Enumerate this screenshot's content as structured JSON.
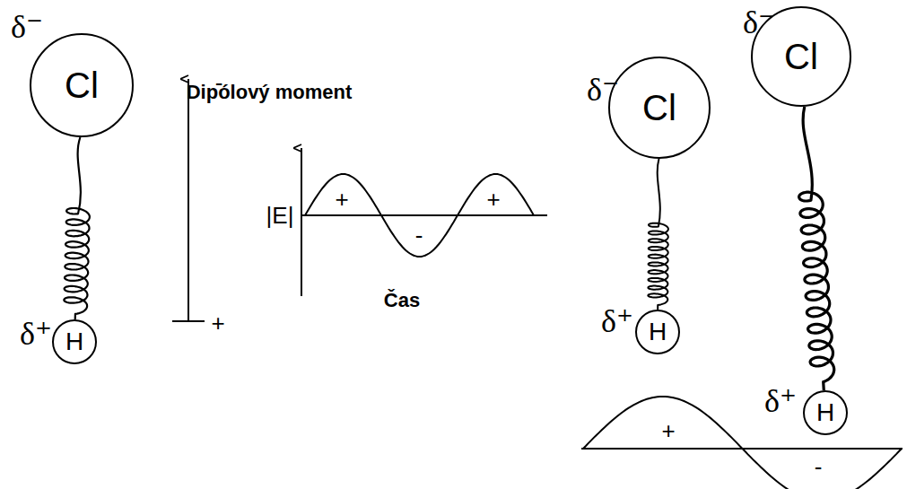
{
  "diagram": {
    "nodes": [
      {
        "text": [
          "Cl"
        ]
      },
      {
        "text": [
          "H"
        ]
      },
      {
        "text": [
          "Cl"
        ]
      },
      {
        "text": [
          "H"
        ]
      },
      {
        "text": [
          "Cl"
        ]
      },
      {
        "text": [
          "H"
        ]
      }
    ],
    "edges": [
      {
        "from": 0,
        "to": 1,
        "arrow": "none"
      },
      {
        "from": 2,
        "to": 3,
        "arrow": "none"
      },
      {
        "from": 4,
        "to": 5,
        "arrow": "none"
      }
    ],
    "labels": [
      "δ⁻",
      "δ⁺",
      "Dipólový moment",
      "-",
      "+",
      "|E|",
      "+",
      "-",
      "+",
      "Čas",
      "δ⁻",
      "δ⁺",
      "δ⁻",
      "δ⁺",
      "+",
      "-"
    ]
  }
}
